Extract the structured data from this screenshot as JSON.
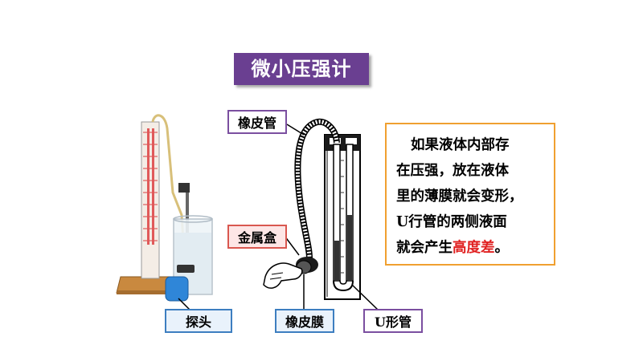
{
  "title": "微小压强计",
  "labels": {
    "tube": "橡皮管",
    "box": "金属盒",
    "membrane": "橡皮膜",
    "probe": "探头",
    "u_tube": "U形管"
  },
  "note": {
    "line1": "如果液体内部存",
    "line2": "在压强，放在液体",
    "line3": "里的薄膜就会变形，",
    "line4_pre": "U行管的两侧液面",
    "line5_pre": "就会产生",
    "line5_emph": "高度差",
    "line5_post": "。"
  },
  "colors": {
    "title_bg": "#6a3f91",
    "note_border": "#f0a030",
    "emphasis": "#e02020"
  }
}
